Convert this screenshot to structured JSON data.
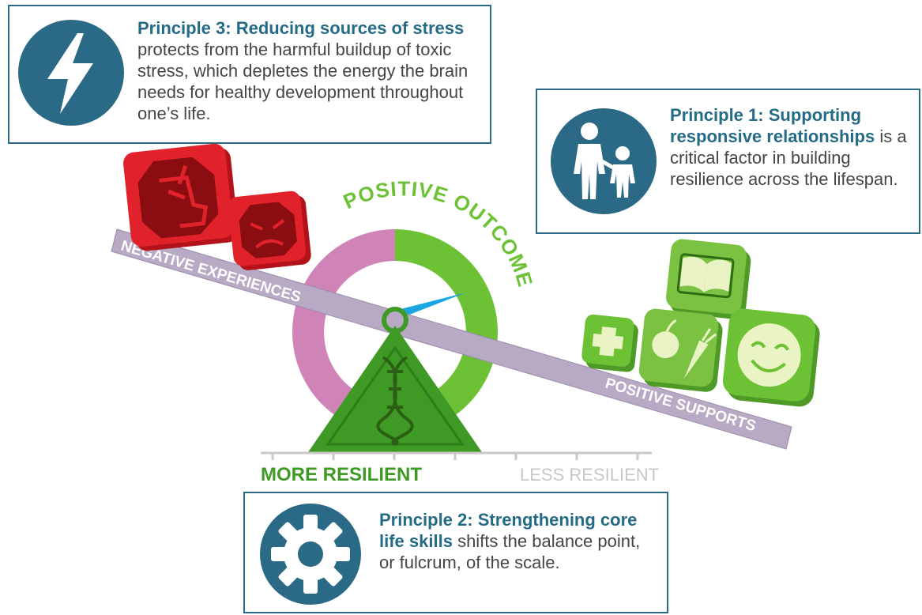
{
  "colors": {
    "teal": "#2b6a86",
    "red": "#d8141c",
    "green": "#6cc134",
    "dark_green": "#3e9a24",
    "pink": "#cf83b6",
    "beam": "#b8a9c4",
    "pointer": "#1aa6e0"
  },
  "principle3": {
    "icon": "lightning-bolt-icon",
    "heading": "Principle 3: Reducing sources of stress",
    "body": " protects from the harmful buildup of toxic stress, which depletes the energy the brain needs for healthy development throughout one’s life."
  },
  "principle1": {
    "icon": "parent-child-icon",
    "heading": "Principle 1: Supporting responsive relationships",
    "body": " is a critical factor in building resilience across the lifespan."
  },
  "principle2": {
    "icon": "gear-icon",
    "heading": "Principle 2: Strengthening core life skills",
    "body": " shifts the balance point, or fulcrum, of the scale."
  },
  "scale": {
    "negative_label": "NEGATIVE EXPERIENCES",
    "positive_label": "POSITIVE SUPPORTS",
    "outcome_label": "POSITIVE OUTCOME",
    "more_resilient": "MORE RESILIENT",
    "less_resilient": "LESS RESILIENT",
    "negative_blocks": [
      "brain-stress-icon",
      "angry-face-icon"
    ],
    "positive_blocks": [
      "book-icon",
      "health-cross-icon",
      "food-icon",
      "smiley-icon"
    ]
  }
}
